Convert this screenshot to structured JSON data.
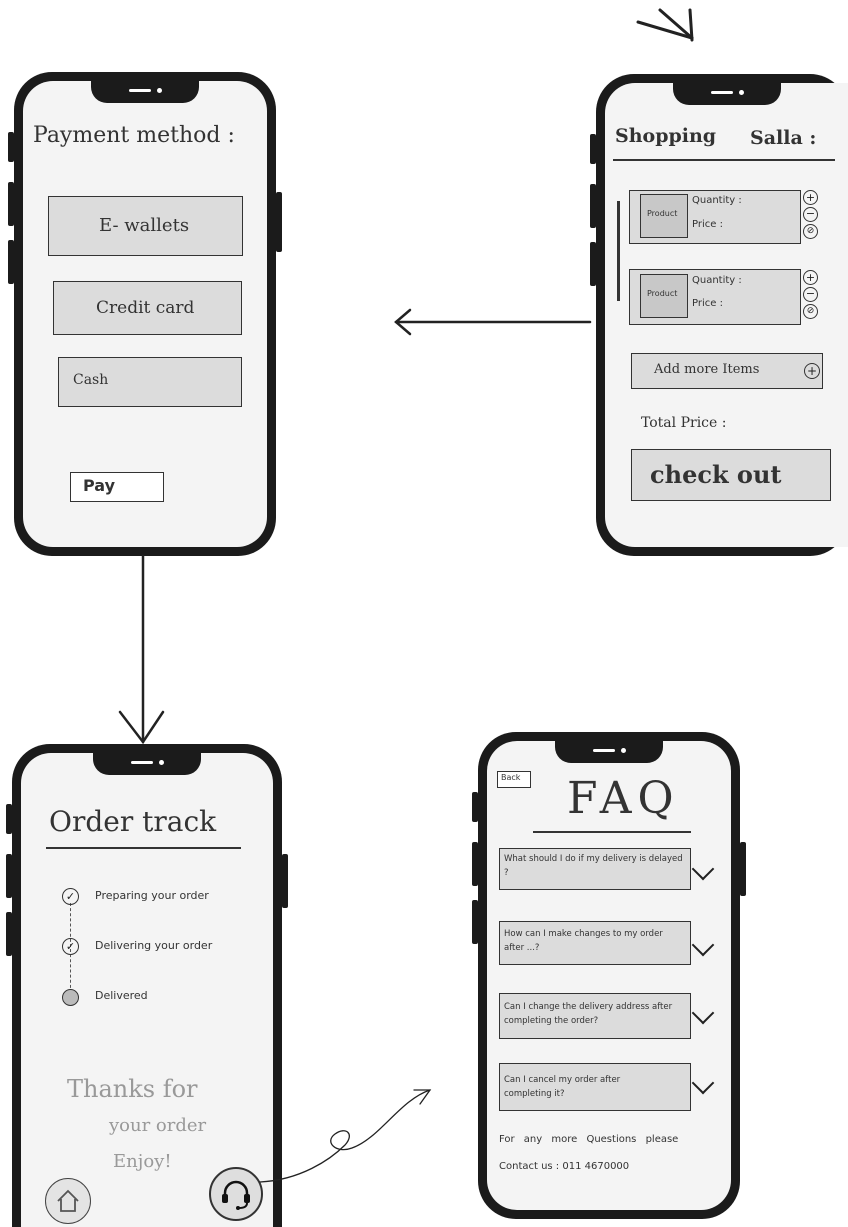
{
  "payment": {
    "title": "Payment method :",
    "options": [
      "E- wallets",
      "Credit card",
      "Cash"
    ],
    "pay_label": "Pay"
  },
  "cart": {
    "title": "Shopping",
    "subtitle": "Salla :",
    "items": [
      {
        "product_label": "Product",
        "quantity_label": "Quantity :",
        "price_label": "Price :"
      },
      {
        "product_label": "Product",
        "quantity_label": "Quantity :",
        "price_label": "Price :"
      }
    ],
    "add_more_label": "Add more Items",
    "total_label": "Total Price :",
    "checkout_label": "check out"
  },
  "order": {
    "title": "Order track",
    "steps": [
      "Preparing your order",
      "Delivering your order",
      "Delivered"
    ],
    "thanks": [
      "Thanks for",
      "your order",
      "Enjoy!"
    ]
  },
  "faq": {
    "back_label": "Back",
    "title": "FAQ",
    "questions": [
      "What should I do if my delivery is delayed ?",
      "How can I make changes to my order after ...?",
      "Can I change the delivery address after completing the order?",
      "Can I cancel my order after completing it?"
    ],
    "contact_line1": "For any more Questions please",
    "contact_line2": "Contact us : 011 4670000"
  }
}
